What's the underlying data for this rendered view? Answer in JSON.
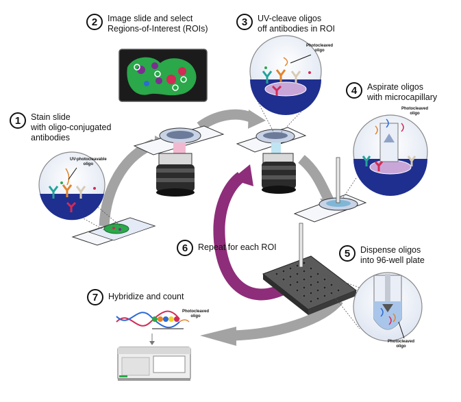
{
  "steps": [
    {
      "number": "1",
      "lines": [
        "Stain slide",
        "with oligo-conjugated",
        "antibodies"
      ]
    },
    {
      "number": "2",
      "lines": [
        "Image slide and select",
        "Regions-of-Interest (ROIs)"
      ]
    },
    {
      "number": "3",
      "lines": [
        "UV-cleave oligos",
        "off antibodies in ROI"
      ]
    },
    {
      "number": "4",
      "lines": [
        "Aspirate oligos",
        "with microcapillary"
      ]
    },
    {
      "number": "5",
      "lines": [
        "Dispense oligos",
        "into 96-well plate"
      ]
    },
    {
      "number": "6",
      "lines": [
        "Repeat for each ROI"
      ]
    },
    {
      "number": "7",
      "lines": [
        "Hybridize and count"
      ]
    }
  ],
  "labels": {
    "uv_photocleavable": [
      "UV-photocleavable",
      "oligo"
    ],
    "photocleaved_step3": [
      "Photocleaved",
      "oligo"
    ],
    "photocleaved_step4": [
      "Photocleaved",
      "oligo"
    ],
    "photocleaved_step5": [
      "Photocleaved",
      "oligo"
    ],
    "photocleaved_step7": [
      "Photocleaved",
      "oligo"
    ]
  },
  "colors": {
    "cycle_arrow": "#9a9a9a",
    "repeat_arrow": "#8e2d7a",
    "tissue_green": "#2aa84a",
    "well_blue": "#1f2f8f",
    "uv_pink": "#e75b9a"
  }
}
